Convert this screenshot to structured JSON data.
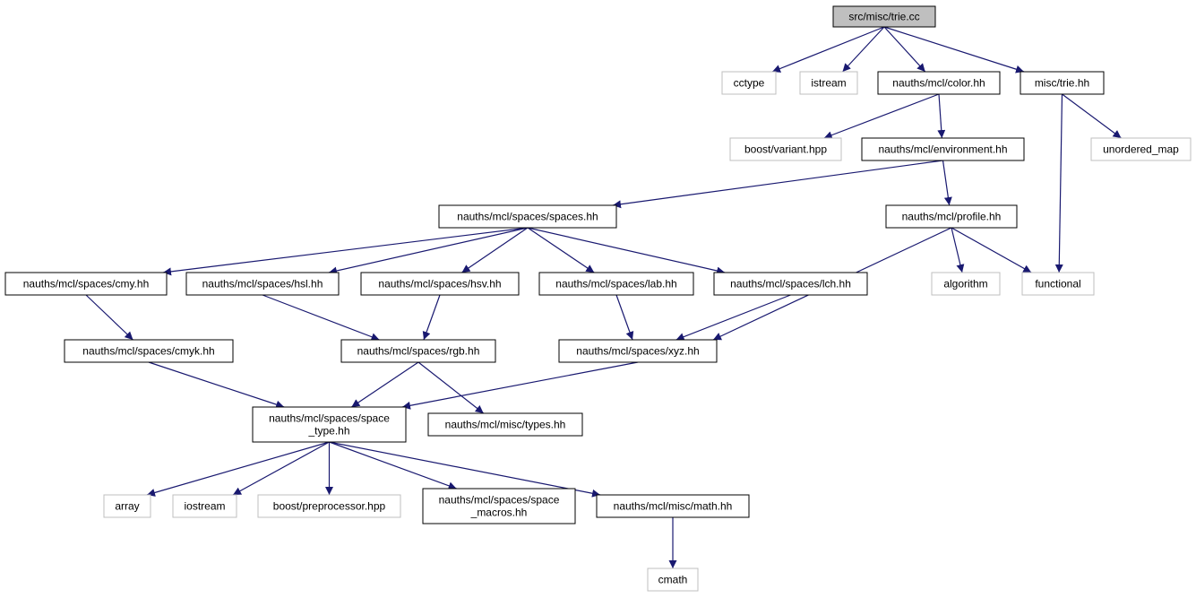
{
  "colors": {
    "edge": "#191970",
    "focus_fill": "#bfbfbf",
    "focus_border": "#000000",
    "project_border": "#000000",
    "system_border": "#bfbfbf",
    "background": "#ffffff"
  },
  "nodes": [
    {
      "id": "trie_cc",
      "kind": "focus",
      "lines": [
        "src/misc/trie.cc"
      ]
    },
    {
      "id": "cctype",
      "kind": "system",
      "lines": [
        "cctype"
      ]
    },
    {
      "id": "istream",
      "kind": "system",
      "lines": [
        "istream"
      ]
    },
    {
      "id": "color_hh",
      "kind": "project",
      "lines": [
        "nauths/mcl/color.hh"
      ]
    },
    {
      "id": "trie_hh",
      "kind": "project",
      "lines": [
        "misc/trie.hh"
      ]
    },
    {
      "id": "boost_variant",
      "kind": "system",
      "lines": [
        "boost/variant.hpp"
      ]
    },
    {
      "id": "environment_hh",
      "kind": "project",
      "lines": [
        "nauths/mcl/environment.hh"
      ]
    },
    {
      "id": "unordered_map",
      "kind": "system",
      "lines": [
        "unordered_map"
      ]
    },
    {
      "id": "spaces_hh",
      "kind": "project",
      "lines": [
        "nauths/mcl/spaces/spaces.hh"
      ]
    },
    {
      "id": "profile_hh",
      "kind": "project",
      "lines": [
        "nauths/mcl/profile.hh"
      ]
    },
    {
      "id": "cmy_hh",
      "kind": "project",
      "lines": [
        "nauths/mcl/spaces/cmy.hh"
      ]
    },
    {
      "id": "hsl_hh",
      "kind": "project",
      "lines": [
        "nauths/mcl/spaces/hsl.hh"
      ]
    },
    {
      "id": "hsv_hh",
      "kind": "project",
      "lines": [
        "nauths/mcl/spaces/hsv.hh"
      ]
    },
    {
      "id": "lab_hh",
      "kind": "project",
      "lines": [
        "nauths/mcl/spaces/lab.hh"
      ]
    },
    {
      "id": "lch_hh",
      "kind": "project",
      "lines": [
        "nauths/mcl/spaces/lch.hh"
      ]
    },
    {
      "id": "algorithm",
      "kind": "system",
      "lines": [
        "algorithm"
      ]
    },
    {
      "id": "functional",
      "kind": "system",
      "lines": [
        "functional"
      ]
    },
    {
      "id": "cmyk_hh",
      "kind": "project",
      "lines": [
        "nauths/mcl/spaces/cmyk.hh"
      ]
    },
    {
      "id": "rgb_hh",
      "kind": "project",
      "lines": [
        "nauths/mcl/spaces/rgb.hh"
      ]
    },
    {
      "id": "xyz_hh",
      "kind": "project",
      "lines": [
        "nauths/mcl/spaces/xyz.hh"
      ]
    },
    {
      "id": "space_type_hh",
      "kind": "project",
      "lines": [
        "nauths/mcl/spaces/space",
        "_type.hh"
      ]
    },
    {
      "id": "types_hh",
      "kind": "project",
      "lines": [
        "nauths/mcl/misc/types.hh"
      ]
    },
    {
      "id": "array",
      "kind": "system",
      "lines": [
        "array"
      ]
    },
    {
      "id": "iostream",
      "kind": "system",
      "lines": [
        "iostream"
      ]
    },
    {
      "id": "boost_preprocessor",
      "kind": "system",
      "lines": [
        "boost/preprocessor.hpp"
      ]
    },
    {
      "id": "space_macros_hh",
      "kind": "project",
      "lines": [
        "nauths/mcl/spaces/space",
        "_macros.hh"
      ]
    },
    {
      "id": "math_hh",
      "kind": "project",
      "lines": [
        "nauths/mcl/misc/math.hh"
      ]
    },
    {
      "id": "cmath",
      "kind": "system",
      "lines": [
        "cmath"
      ]
    }
  ],
  "edges": [
    {
      "from": "trie_cc",
      "to": "cctype"
    },
    {
      "from": "trie_cc",
      "to": "istream"
    },
    {
      "from": "trie_cc",
      "to": "color_hh"
    },
    {
      "from": "trie_cc",
      "to": "trie_hh"
    },
    {
      "from": "color_hh",
      "to": "boost_variant"
    },
    {
      "from": "color_hh",
      "to": "environment_hh"
    },
    {
      "from": "trie_hh",
      "to": "unordered_map"
    },
    {
      "from": "trie_hh",
      "to": "functional"
    },
    {
      "from": "environment_hh",
      "to": "spaces_hh"
    },
    {
      "from": "environment_hh",
      "to": "profile_hh"
    },
    {
      "from": "spaces_hh",
      "to": "cmy_hh"
    },
    {
      "from": "spaces_hh",
      "to": "hsl_hh"
    },
    {
      "from": "spaces_hh",
      "to": "hsv_hh"
    },
    {
      "from": "spaces_hh",
      "to": "lab_hh"
    },
    {
      "from": "spaces_hh",
      "to": "lch_hh"
    },
    {
      "from": "profile_hh",
      "to": "xyz_hh"
    },
    {
      "from": "profile_hh",
      "to": "algorithm"
    },
    {
      "from": "profile_hh",
      "to": "functional"
    },
    {
      "from": "cmy_hh",
      "to": "cmyk_hh"
    },
    {
      "from": "hsl_hh",
      "to": "rgb_hh"
    },
    {
      "from": "hsv_hh",
      "to": "rgb_hh"
    },
    {
      "from": "lab_hh",
      "to": "xyz_hh"
    },
    {
      "from": "lch_hh",
      "to": "xyz_hh"
    },
    {
      "from": "cmyk_hh",
      "to": "space_type_hh"
    },
    {
      "from": "rgb_hh",
      "to": "space_type_hh"
    },
    {
      "from": "rgb_hh",
      "to": "types_hh"
    },
    {
      "from": "xyz_hh",
      "to": "space_type_hh"
    },
    {
      "from": "space_type_hh",
      "to": "array"
    },
    {
      "from": "space_type_hh",
      "to": "iostream"
    },
    {
      "from": "space_type_hh",
      "to": "boost_preprocessor"
    },
    {
      "from": "space_type_hh",
      "to": "space_macros_hh"
    },
    {
      "from": "space_type_hh",
      "to": "math_hh"
    },
    {
      "from": "math_hh",
      "to": "cmath"
    }
  ]
}
